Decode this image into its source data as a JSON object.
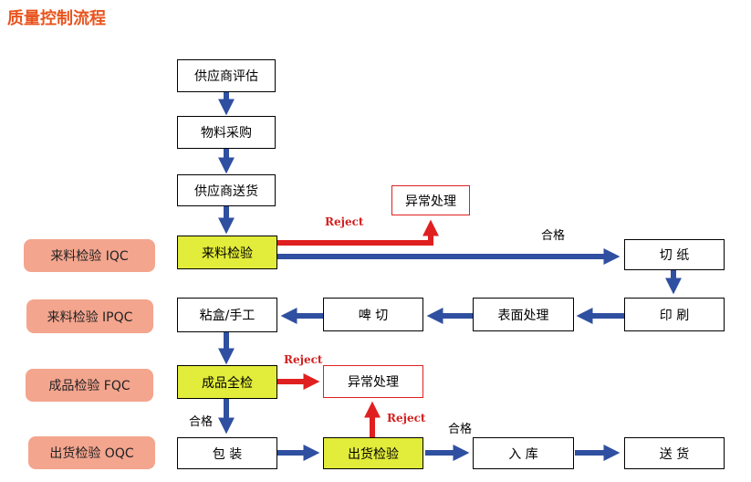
{
  "title": "质量控制流程",
  "boxes": {
    "supplier_eval": "供应商评估",
    "purchase": "物料采购",
    "supplier_delivery": "供应商送货",
    "incoming_inspection": "来料检验",
    "exception_1": "异常处理",
    "cut_paper": "切 纸",
    "printing": "印 刷",
    "surface_treatment": "表面处理",
    "die_cut": "啤 切",
    "glue_manual": "粘盒/手工",
    "final_inspection": "成品全检",
    "exception_2": "异常处理",
    "packing": "包 装",
    "outgoing_inspection": "出货检验",
    "warehouse": "入 库",
    "delivery": "送 货"
  },
  "stages": {
    "iqc": "来料检验   IQC",
    "ipqc": "来料检验   IPQC",
    "fqc": "成品检验   FQC",
    "oqc": "出货检验   OQC"
  },
  "labels": {
    "reject": "Reject",
    "pass": "合格"
  },
  "colors": {
    "title": "#e8541e",
    "flow_arrow": "#2f4fa0",
    "reject_arrow": "#e02020",
    "highlight_box": "#e2ec3a",
    "stage_fill": "#f4a58e"
  }
}
